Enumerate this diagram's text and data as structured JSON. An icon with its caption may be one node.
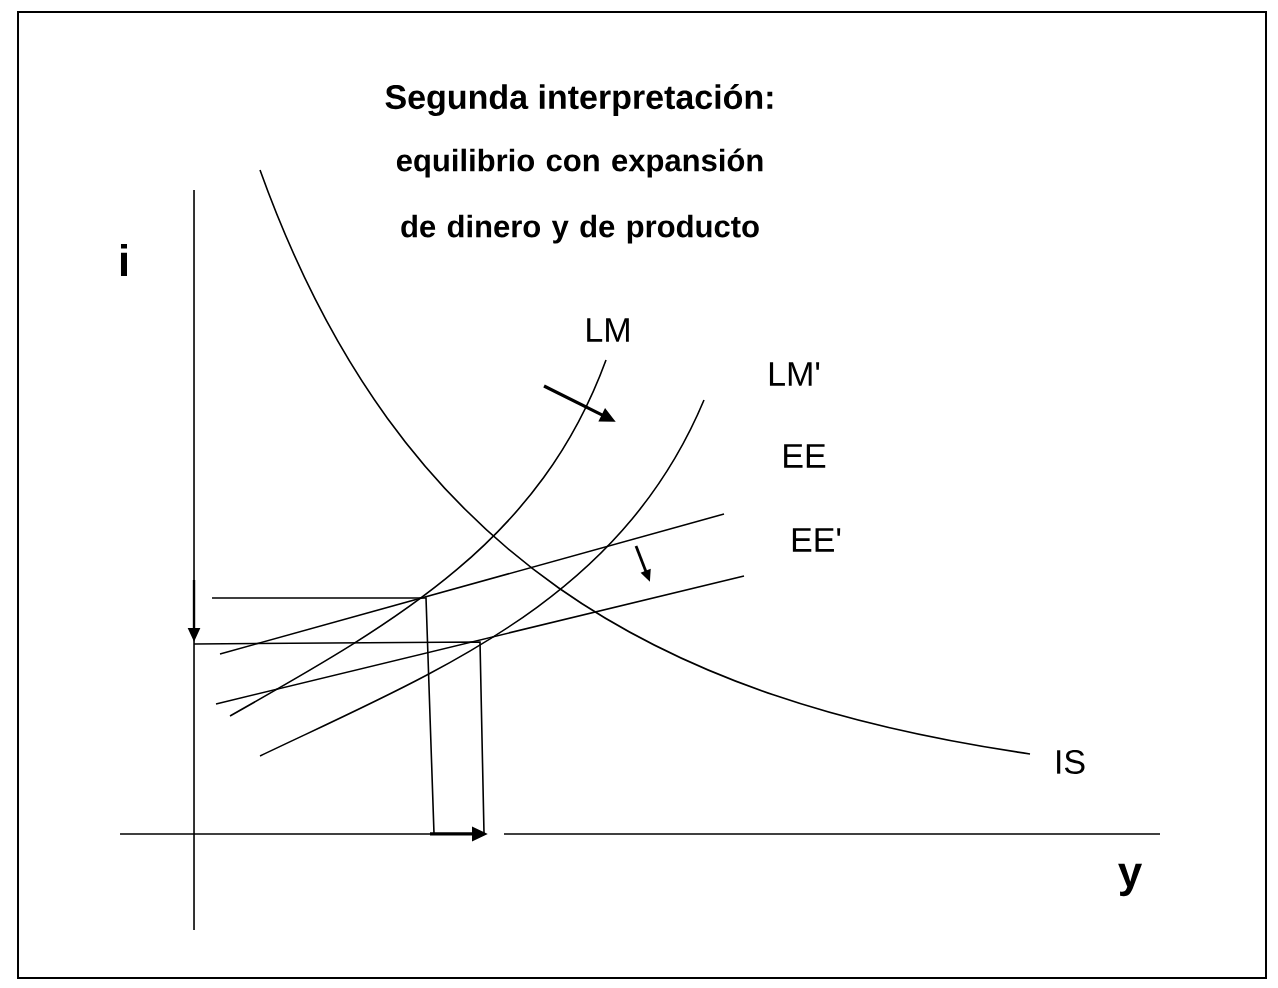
{
  "diagram": {
    "title": "Segunda interpretación:",
    "labels": [
      "equilibrio con expansión de dinero y de producto",
      "i",
      "LM",
      "LM'",
      "EE",
      "EE'",
      "IS",
      "y"
    ]
  }
}
